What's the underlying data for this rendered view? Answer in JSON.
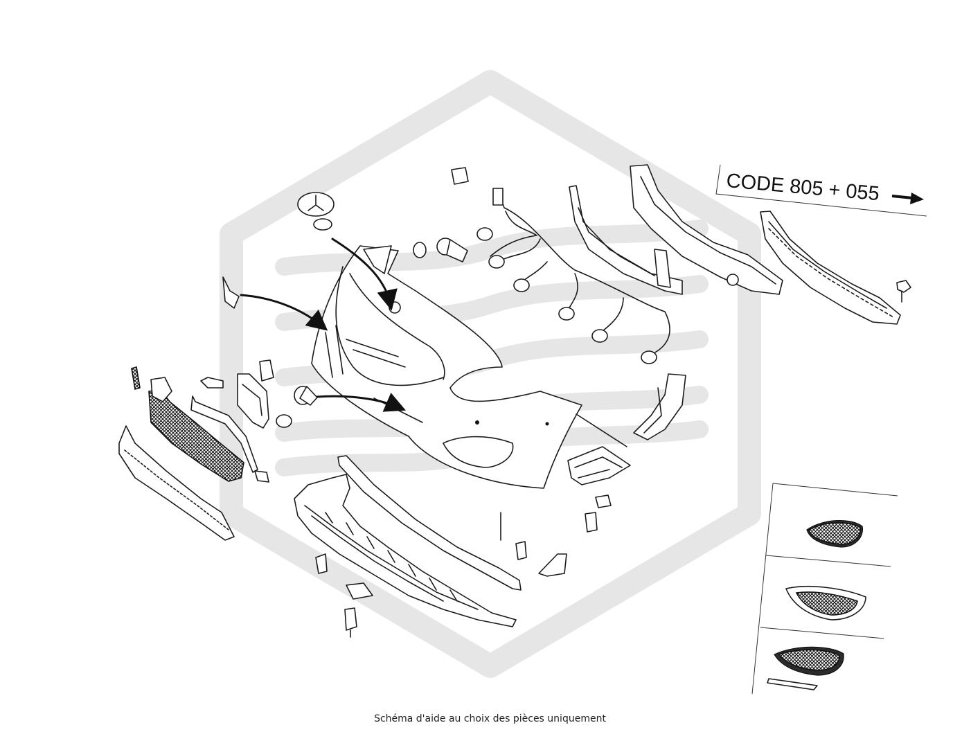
{
  "diagram": {
    "code_label": "CODE 805 + 055",
    "caption": "Schéma d'aide au choix des pièces uniquement",
    "colors": {
      "line": "#1a1a1a",
      "watermark": "#e6e6e6",
      "background": "#ffffff"
    },
    "icons": {
      "code_arrow": "right-arrow-icon",
      "watermark": "hexagon-logo-watermark"
    }
  }
}
